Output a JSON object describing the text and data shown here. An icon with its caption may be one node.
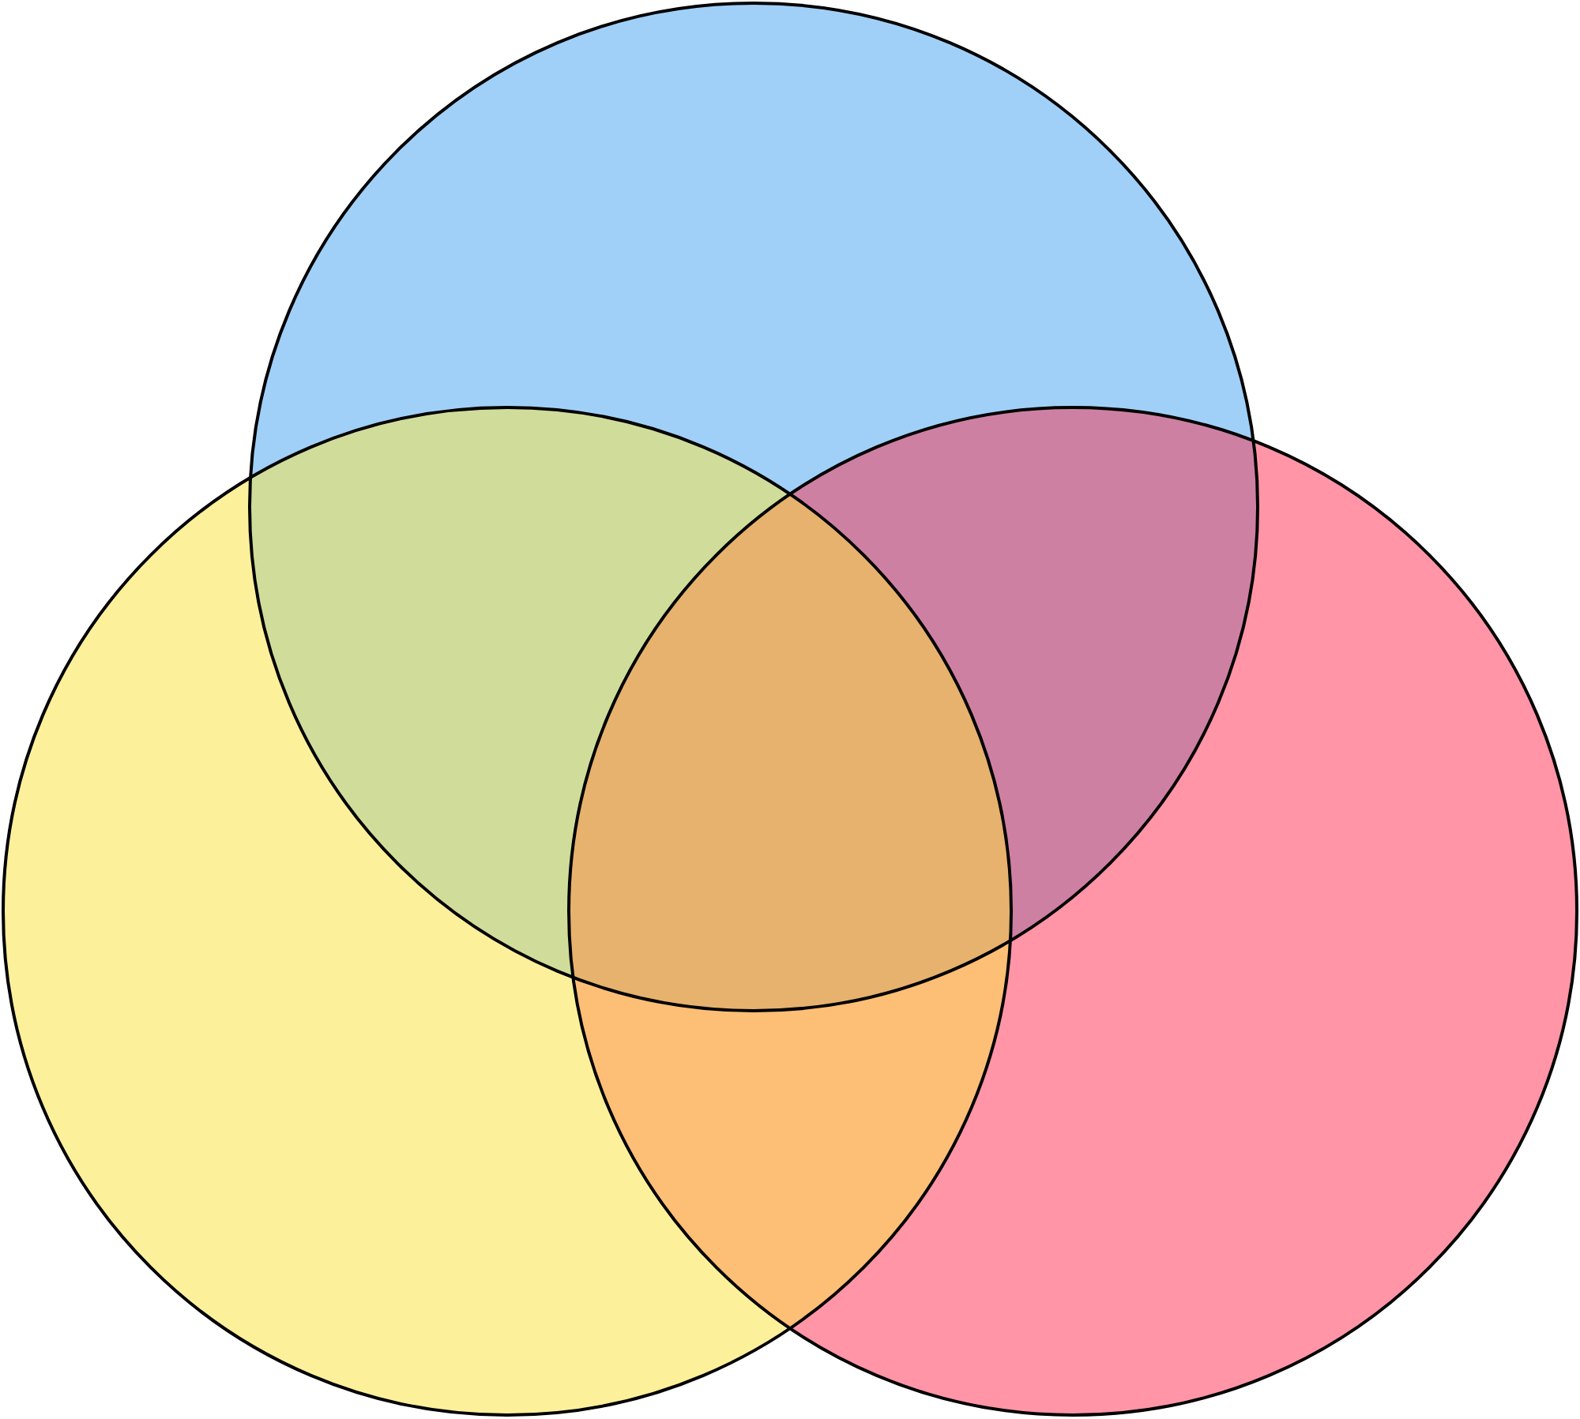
{
  "diagram": {
    "nodes": [
      {
        "text": [],
        "shape": "circle"
      },
      {
        "text": [],
        "shape": "circle"
      },
      {
        "text": [],
        "shape": "circle"
      }
    ]
  }
}
